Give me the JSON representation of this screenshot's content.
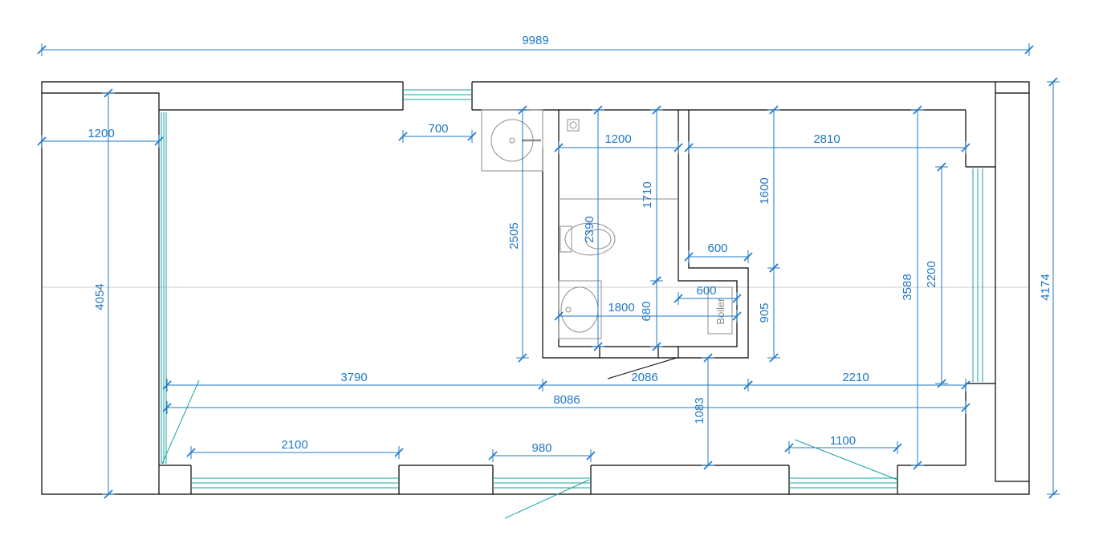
{
  "dimensions": {
    "overall_width": "9989",
    "overall_height": "4174",
    "left_room_height": "4054",
    "left_wall_offset": "1200",
    "top_window": "700",
    "bath_width": "1200",
    "right_room_width": "2810",
    "wc_height": "2505",
    "wc_inner_height": "2390",
    "partition_height": "1710",
    "right_upper": "1600",
    "recess_width": "600",
    "boiler_width": "600",
    "bath_inner_width": "1800",
    "boiler_depth": "680",
    "right_lower": "905",
    "right_height": "3588",
    "right_window": "2200",
    "left_span": "3790",
    "mid_span": "2086",
    "right_span": "2210",
    "inner_width": "8086",
    "corridor_depth": "1083",
    "window_1": "2100",
    "window_2": "980",
    "window_3": "1100"
  },
  "labels": {
    "boiler": "Boiler"
  },
  "colors": {
    "dimension": "#1f78c8",
    "wall": "#000000",
    "window": "#1aa3a3",
    "fixture": "#8c8c8c",
    "center_axis": "#cfcfcf"
  }
}
